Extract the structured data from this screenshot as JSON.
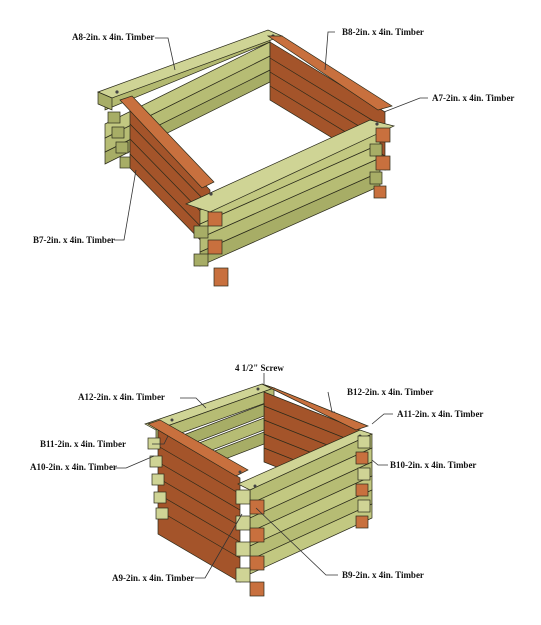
{
  "colors": {
    "timber_a_top": "#cfd495",
    "timber_a_side": "#a7ad66",
    "timber_a_dark": "#8e9450",
    "timber_b_top": "#c8703e",
    "timber_b_side": "#a4542a",
    "timber_b_dark": "#86401e",
    "background": "#ffffff"
  },
  "diagram_top": {
    "labels": {
      "a8": "A8-2in. x 4in. Timber",
      "b8": "B8-2in. x 4in. Timber",
      "a7": "A7-2in. x 4in. Timber",
      "b7": "B7-2in. x 4in. Timber"
    }
  },
  "diagram_bottom": {
    "labels": {
      "screw": "4 1/2\" Screw",
      "a12": "A12-2in. x 4in. Timber",
      "b12": "B12-2in. x 4in. Timber",
      "a11": "A11-2in. x 4in. Timber",
      "b11": "B11-2in. x 4in. Timber",
      "a10": "A10-2in. x 4in. Timber",
      "b10": "B10-2in. x 4in. Timber",
      "a9": "A9-2in. x 4in. Timber",
      "b9": "B9-2in. x 4in. Timber"
    }
  }
}
